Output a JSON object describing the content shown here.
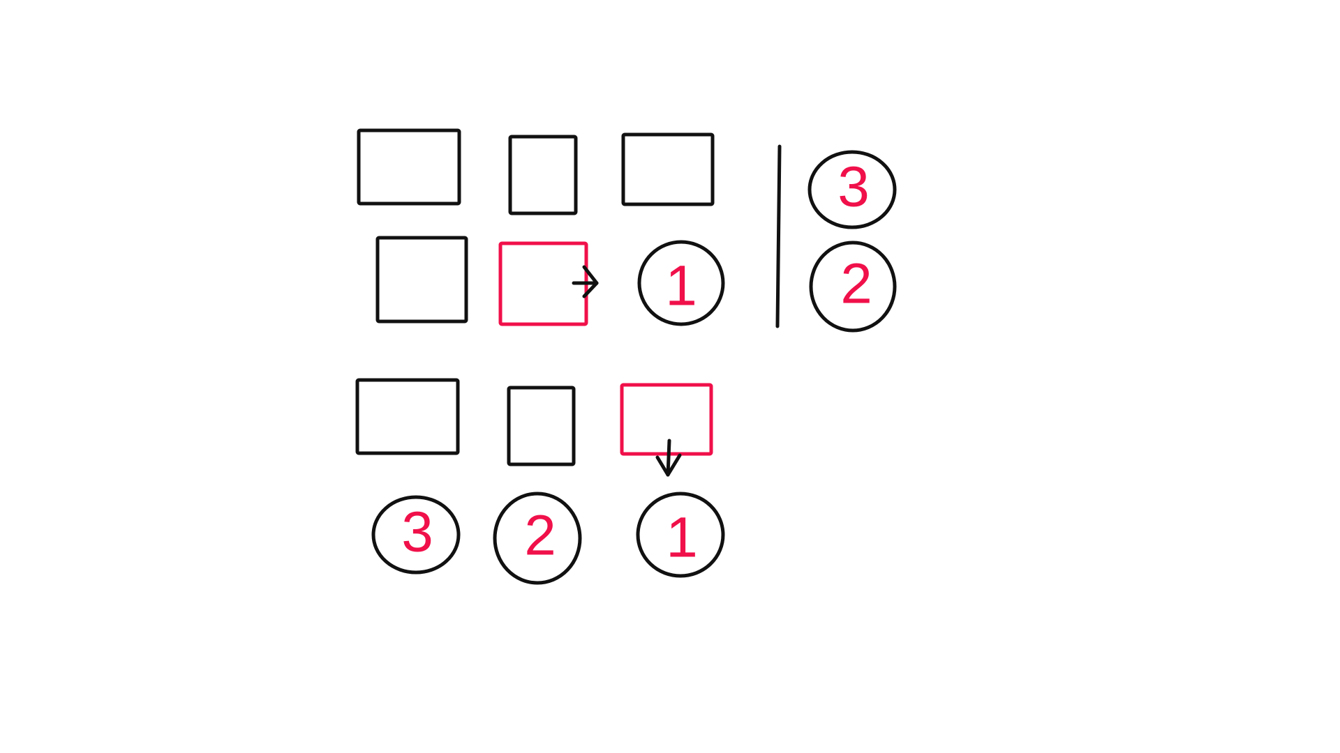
{
  "colors": {
    "stroke": "#111111",
    "accent": "#f0104a",
    "background": "#ffffff"
  },
  "circle_labels": {
    "top_row_1": "1",
    "right_column_3": "3",
    "right_column_2": "2",
    "bottom_row_3": "3",
    "bottom_row_2": "2",
    "bottom_row_1": "1"
  },
  "icons": [
    "arrow-right-icon",
    "arrow-down-icon"
  ]
}
